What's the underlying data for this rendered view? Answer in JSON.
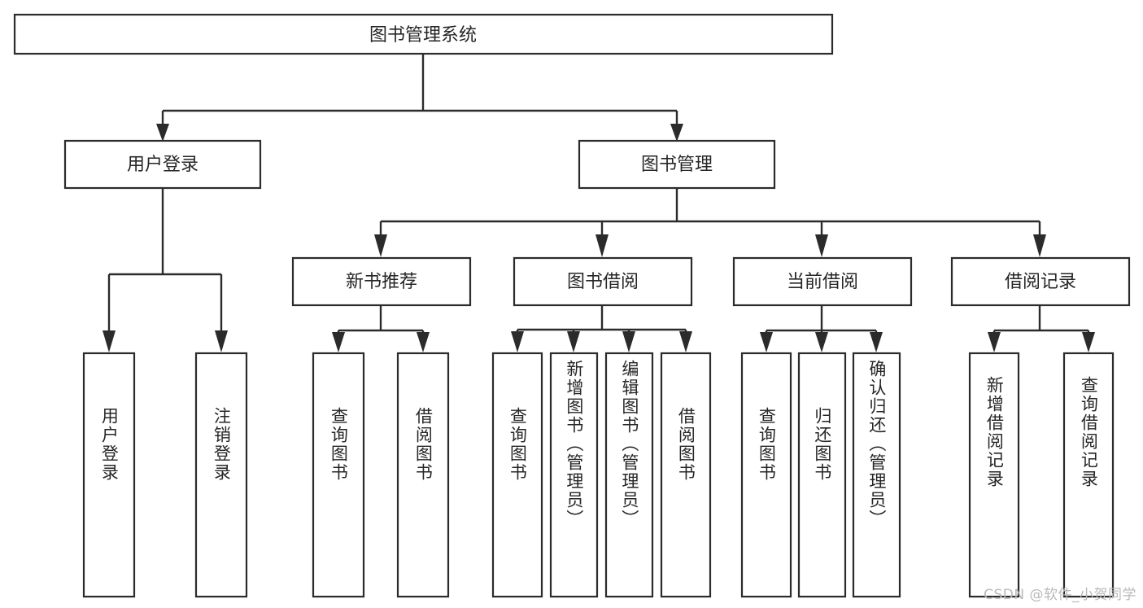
{
  "diagram": {
    "title": "图书管理系统",
    "type": "hierarchy-tree",
    "root": {
      "label": "图书管理系统",
      "name": "node-root-system"
    },
    "level1": [
      {
        "label": "用户登录",
        "name": "node-user-login"
      },
      {
        "label": "图书管理",
        "name": "node-book-management"
      }
    ],
    "level2": [
      {
        "label": "新书推荐",
        "name": "node-new-book-recommend"
      },
      {
        "label": "图书借阅",
        "name": "node-book-borrow"
      },
      {
        "label": "当前借阅",
        "name": "node-current-borrow"
      },
      {
        "label": "借阅记录",
        "name": "node-borrow-record"
      }
    ],
    "leaves": {
      "user_login": [
        {
          "label": "用户登录",
          "name": "leaf-user-login"
        },
        {
          "label": "注销登录",
          "name": "leaf-logout"
        }
      ],
      "new_book_recommend": [
        {
          "label": "查询图书",
          "name": "leaf-query-book-1"
        },
        {
          "label": "借阅图书",
          "name": "leaf-borrow-book-1"
        }
      ],
      "book_borrow": [
        {
          "label": "查询图书",
          "name": "leaf-query-book-2"
        },
        {
          "label": "新增图书（管理员）",
          "name": "leaf-add-book-admin"
        },
        {
          "label": "编辑图书（管理员）",
          "name": "leaf-edit-book-admin"
        },
        {
          "label": "借阅图书",
          "name": "leaf-borrow-book-2"
        }
      ],
      "current_borrow": [
        {
          "label": "查询图书",
          "name": "leaf-query-book-3"
        },
        {
          "label": "归还图书",
          "name": "leaf-return-book"
        },
        {
          "label": "确认归还（管理员）",
          "name": "leaf-confirm-return-admin"
        }
      ],
      "borrow_record": [
        {
          "label": "新增借阅记录",
          "name": "leaf-add-borrow-record"
        },
        {
          "label": "查询借阅记录",
          "name": "leaf-query-borrow-record"
        }
      ]
    }
  },
  "watermark": {
    "text": "CSDN @软件_小贺同学"
  },
  "colors": {
    "stroke": "#2b2b2b",
    "text": "#262626",
    "background": "#ffffff",
    "watermark": "#b9b9b9"
  }
}
